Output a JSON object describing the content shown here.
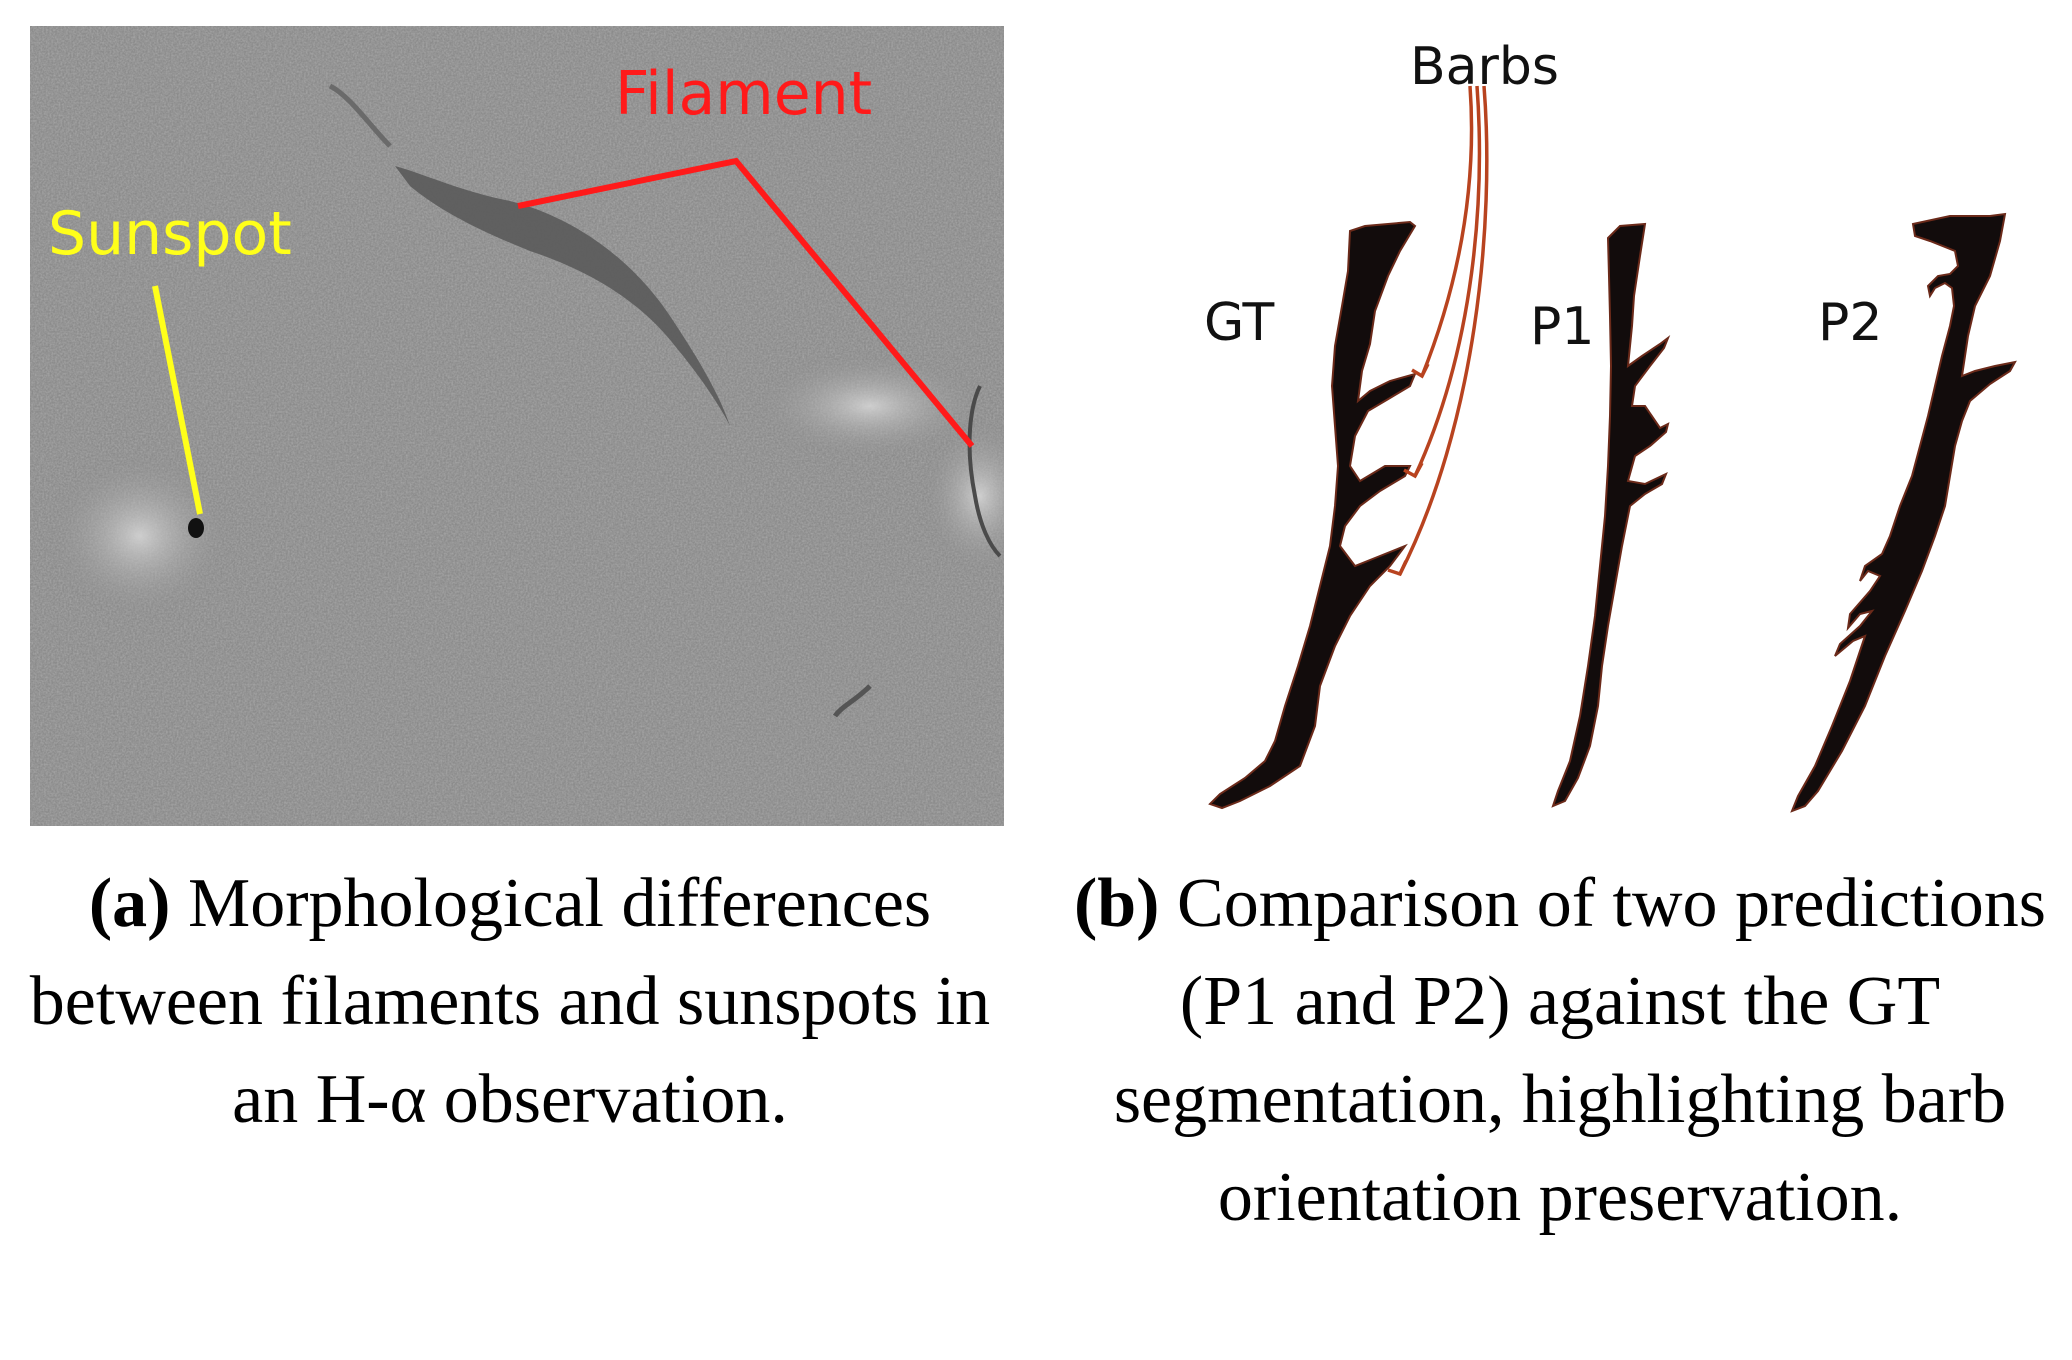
{
  "panel_a": {
    "label_filament": "Filament",
    "label_sunspot": "Sunspot",
    "colors": {
      "filament": "#ff1a1a",
      "sunspot": "#ffff1a",
      "background": "#8a8a8a"
    }
  },
  "panel_b": {
    "label_barbs": "Barbs",
    "label_gt": "GT",
    "label_p1": "P1",
    "label_p2": "P2",
    "colors": {
      "shape": "#120c0c",
      "arrow": "#b8431f"
    }
  },
  "caption_a": {
    "tag": "(a)",
    "text": "Morphological differences between filaments and sunspots in an H-α observation."
  },
  "caption_b": {
    "tag": "(b)",
    "text": "Comparison of two predictions (P1 and P2) against the GT segmentation, highlighting barb orientation preservation."
  }
}
